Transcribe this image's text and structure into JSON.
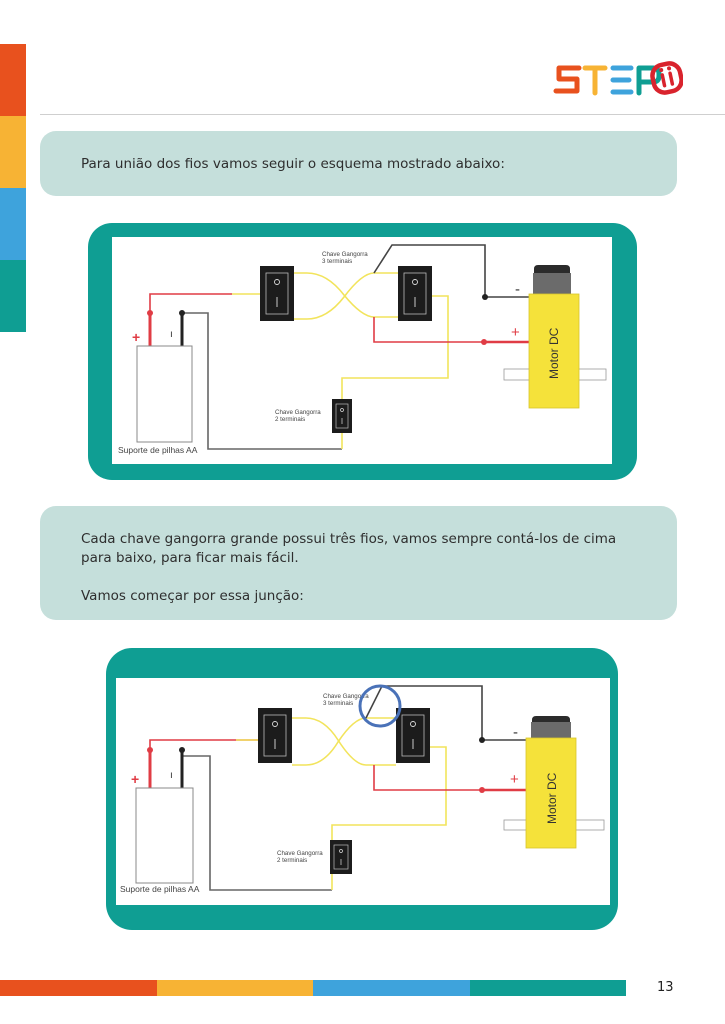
{
  "brand": {
    "logo_text": "STEP",
    "colors": {
      "orange": "#e8511e",
      "yellow": "#f7b334",
      "blue": "#3ea3dc",
      "teal": "#0f9e93",
      "red": "#d9232d"
    }
  },
  "notes": {
    "intro": "Para união dos fios vamos seguir o esquema mostrado abaixo:",
    "explanation_line1": "Cada chave gangorra grande possui três fios, vamos sempre contá-los de cima para baixo, para ficar mais fácil.",
    "explanation_line2": "Vamos começar por essa junção:"
  },
  "diagram": {
    "switch3_label_line1": "Chave Gangorra",
    "switch3_label_line2": "3 terminais",
    "switch2_label_line1": "Chave Gangorra",
    "switch2_label_line2": "2 terminais",
    "battery_label": "Suporte de pilhas AA",
    "motor_label": "Motor DC",
    "plus_sign": "+",
    "minus_sign": "-",
    "battery_minus": "ı",
    "switch_on": "O",
    "switch_off": "I",
    "wire_colors": {
      "positive": "#e03c45",
      "negative": "#333333",
      "switch": "#f2e45c"
    },
    "highlight_color": "#4a72b8"
  },
  "footer": {
    "page_number": "13"
  }
}
